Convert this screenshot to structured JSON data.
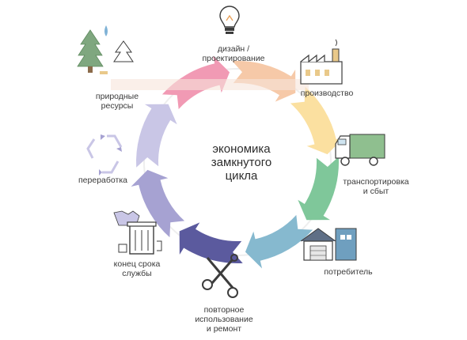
{
  "center_title": "экономика\nзамкнутого\nцикла",
  "stages": [
    {
      "label": "дизайн /\nпроектирование",
      "icon": "lightbulb-icon",
      "color": "#f6c9a8"
    },
    {
      "label": "производство",
      "icon": "factory-icon",
      "color": "#fbe0a0"
    },
    {
      "label": "транспортировка\nи сбыт",
      "icon": "truck-icon",
      "color": "#8fd0a6"
    },
    {
      "label": "потребитель",
      "icon": "house-icon",
      "color": "#86b9cf"
    },
    {
      "label": "повторное\nиспользование\nи ремонт",
      "icon": "scissors-wrench-icon",
      "color": "#5b5a9e"
    },
    {
      "label": "конец срока\nслужбы",
      "icon": "trash-bin-icon",
      "color": "#a6a2d2"
    },
    {
      "label": "переработка",
      "icon": "recycle-icon",
      "color": "#c9c6e6"
    },
    {
      "label": "природные\nресурсы",
      "icon": "tree-icon",
      "color": "#f19ab4"
    }
  ],
  "colors": {
    "ring_pink": "#f19ab4",
    "ring_peach": "#f6c9a8",
    "ring_yellow": "#fbe0a0",
    "ring_green": "#7fc79a",
    "ring_teal": "#86b9cf",
    "ring_navy": "#5b5a9e",
    "ring_lavender": "#a6a2d2",
    "ring_pale_lavender": "#c9c6e6",
    "icon_green": "#7fa77f",
    "icon_sand": "#e9c98a",
    "icon_blue": "#4d7c9a",
    "icon_dark": "#3c3c3c"
  }
}
